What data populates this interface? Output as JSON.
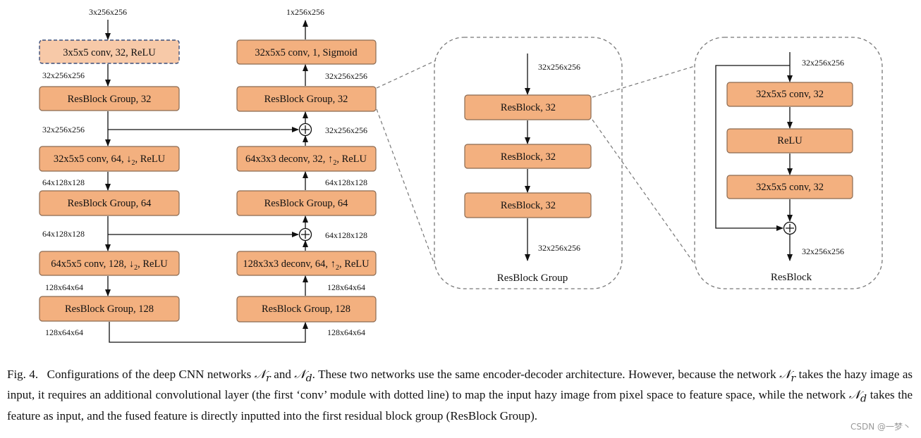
{
  "encoder": {
    "input_dim": "3x256x256",
    "blocks": [
      "3x5x5 conv, 32, ReLU",
      "ResBlock Group, 32",
      "32x5x5 conv, 64, ↓",
      "ResBlock Group, 64",
      "64x5x5 conv, 128, ↓",
      "ResBlock Group, 128"
    ],
    "block_sub": [
      "",
      "",
      "2",
      "",
      "2",
      ""
    ],
    "block_tail": [
      "",
      "",
      ", ReLU",
      "",
      ", ReLU",
      ""
    ],
    "dims": [
      "32x256x256",
      "32x256x256",
      "64x128x128",
      "64x128x128",
      "128x64x64",
      "128x64x64"
    ]
  },
  "decoder": {
    "output_dim": "1x256x256",
    "blocks": [
      "32x5x5 conv, 1, Sigmoid",
      "ResBlock Group, 32",
      "64x3x3 deconv, 32, ↑",
      "ResBlock Group, 64",
      "128x3x3 deconv, 64, ↑",
      "ResBlock Group, 128"
    ],
    "block_sub": [
      "",
      "",
      "2",
      "",
      "2",
      ""
    ],
    "block_tail": [
      "",
      "",
      ", ReLU",
      "",
      ", ReLU",
      ""
    ],
    "dims": [
      "32x256x256",
      "32x256x256",
      "64x128x128",
      "64x128x128",
      "128x64x64",
      "128x64x64"
    ]
  },
  "resblock_group": {
    "title": "ResBlock Group",
    "input_dim": "32x256x256",
    "output_dim": "32x256x256",
    "blocks": [
      "ResBlock, 32",
      "ResBlock, 32",
      "ResBlock, 32"
    ]
  },
  "resblock": {
    "title": "ResBlock",
    "input_dim": "32x256x256",
    "output_dim": "32x256x256",
    "blocks": [
      "32x5x5 conv, 32",
      "ReLU",
      "32x5x5 conv, 32"
    ]
  },
  "caption": {
    "label": "Fig. 4.",
    "text_1": "Configurations of the deep CNN networks ",
    "sym_1": "𝒩",
    "sub_1": "r",
    "text_2": " and ",
    "sym_2": "𝒩",
    "sub_2": "d",
    "text_3": ". These two networks use the same encoder-decoder architecture. However, because the network ",
    "sym_3": "𝒩",
    "sub_3": "r",
    "text_4": " takes the hazy image as input, it requires an additional convolutional layer (the first ‘conv’ module with dotted line) to map the input hazy image from pixel space to feature space, while the network ",
    "sym_4": "𝒩",
    "sub_4": "d",
    "text_5": " takes the feature as input, and the fused feature is directly inputted into the first residual block group (ResBlock Group)."
  },
  "watermark": "CSDN @一梦丶"
}
